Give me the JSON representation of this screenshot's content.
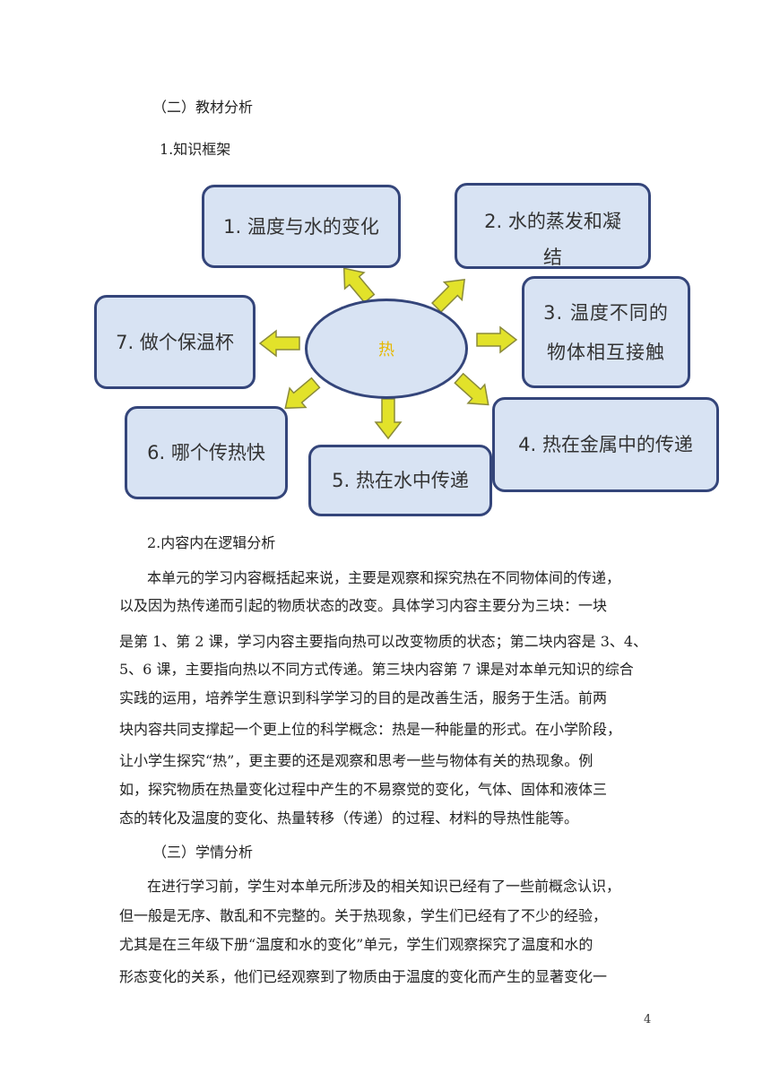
{
  "section_heading": "（二）教材分析",
  "subheading_1": "1.知识框架",
  "diagram": {
    "center": "热",
    "nodes": [
      {
        "label": "1. 温度与水的变化"
      },
      {
        "label": "2. 水的蒸发和凝结"
      },
      {
        "label_line1": "3. 温度不同的",
        "label_line2": "物体相互接触"
      },
      {
        "label": "4. 热在金属中的传递"
      },
      {
        "label": "5. 热在水中传递"
      },
      {
        "label": "6. 哪个传热快"
      },
      {
        "label": "7. 做个保温杯"
      }
    ]
  },
  "subheading_2": "2.内容内在逻辑分析",
  "paragraph_1_lines": [
    "本单元的学习内容概括起来说，主要是观察和探究热在不同物体间的传递，",
    "以及因为热传递而引起的物质状态的改变。具体学习内容主要分为三块：一块",
    "是第 1、第 2 课，学习内容主要指向热可以改变物质的状态；第二块内容是 3、4、",
    "5、6 课，主要指向热以不同方式传递。第三块内容第 7 课是对本单元知识的综合",
    "实践的运用，培养学生意识到科学学习的目的是改善生活，服务于生活。前两",
    "块内容共同支撑起一个更上位的科学概念：热是一种能量的形式。在小学阶段，",
    "让小学生探究“热”，更主要的还是观察和思考一些与物体有关的热现象。例",
    "如，探究物质在热量变化过程中产生的不易察觉的变化，气体、固体和液体三",
    "态的转化及温度的变化、热量转移（传递）的过程、材料的导热性能等。"
  ],
  "section_heading_3": "（三）学情分析",
  "paragraph_2_lines": [
    "在进行学习前，学生对本单元所涉及的相关知识已经有了一些前概念认识，",
    "但一般是无序、散乱和不完整的。关于热现象，学生们已经有了不少的经验，",
    "尤其是在三年级下册“温度和水的变化”单元，学生们观察探究了温度和水的",
    "形态变化的关系，他们已经观察到了物质由于温度的变化而产生的显著变化一"
  ],
  "page_number": "4",
  "colors": {
    "node_fill": "#d8e3f3",
    "node_border": "#34457a",
    "arrow_fill": "#e2e22a",
    "arrow_stroke": "#8a8a3a",
    "center_text": "#e6b800"
  }
}
